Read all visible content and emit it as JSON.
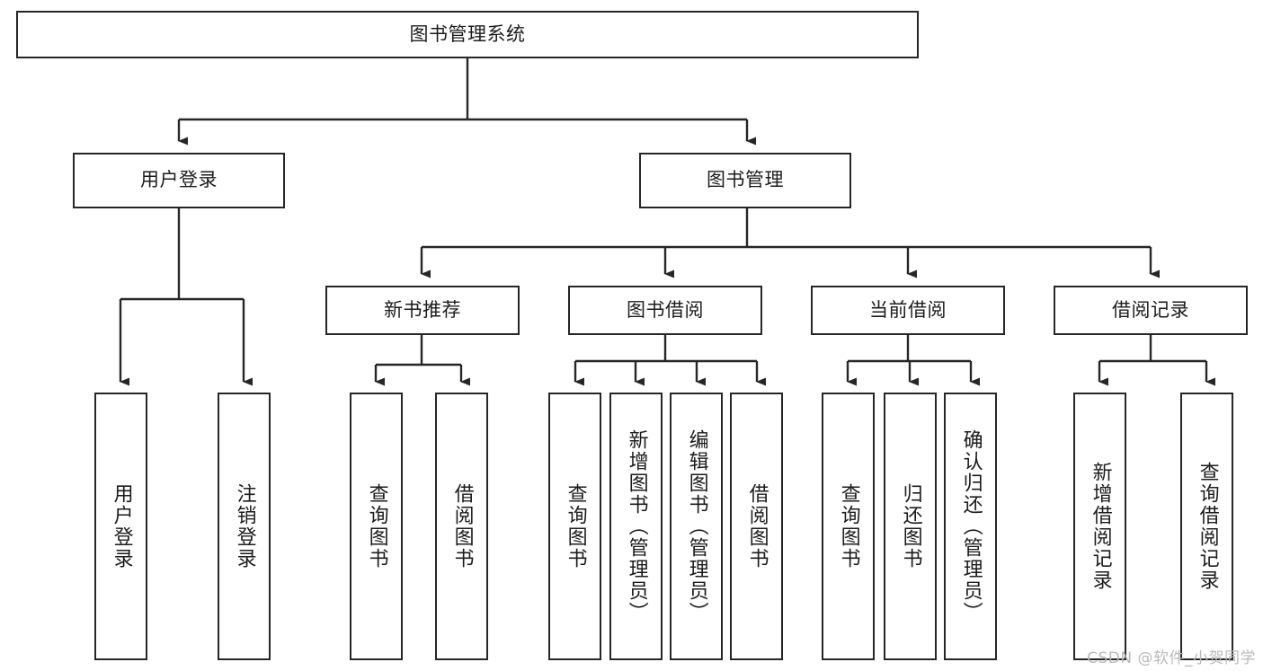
{
  "diagram": {
    "title": "图书管理系统",
    "type": "tree-hierarchy",
    "watermark": "CSDN @软件_小贺同学",
    "colors": {
      "box_border": "#262626",
      "box_fill": "#ffffff",
      "connector": "#262626",
      "text": "#1c1c1c",
      "watermark": "#b9b9b9",
      "background": "#ffffff"
    },
    "levels": {
      "root": {
        "label": "图书管理系统"
      },
      "level2": [
        {
          "label": "用户登录"
        },
        {
          "label": "图书管理"
        }
      ],
      "level3": [
        {
          "label": "新书推荐"
        },
        {
          "label": "图书借阅"
        },
        {
          "label": "当前借阅"
        },
        {
          "label": "借阅记录"
        }
      ],
      "leaves": {
        "user_login": [
          {
            "label": "用户登录"
          },
          {
            "label": "注销登录"
          }
        ],
        "new_book_recommend": [
          {
            "label": "查询图书"
          },
          {
            "label": "借阅图书"
          }
        ],
        "book_borrow": [
          {
            "label": "查询图书"
          },
          {
            "label": "新增图书（管理员）"
          },
          {
            "label": "编辑图书（管理员）"
          },
          {
            "label": "借阅图书"
          }
        ],
        "current_borrow": [
          {
            "label": "查询图书"
          },
          {
            "label": "归还图书"
          },
          {
            "label": "确认归还（管理员）"
          }
        ],
        "borrow_record": [
          {
            "label": "新增借阅记录"
          },
          {
            "label": "查询借阅记录"
          }
        ]
      }
    }
  }
}
